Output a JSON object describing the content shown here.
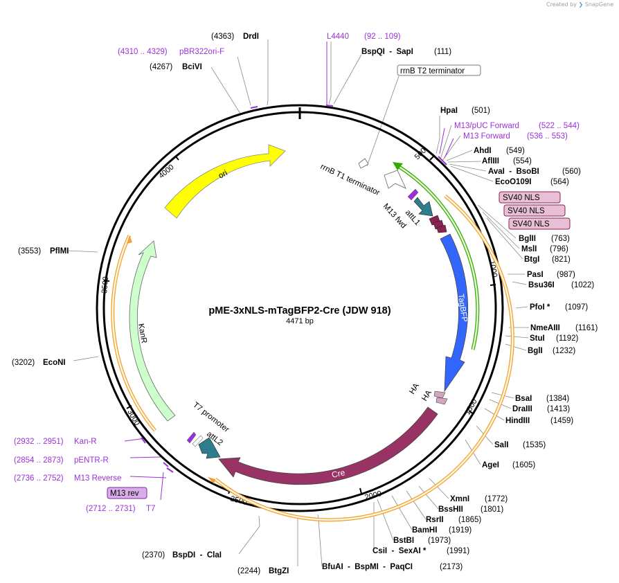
{
  "credit": {
    "prefix": "Created by",
    "brand": "SnapGene"
  },
  "title": "pME-3xNLS-mTagBFP2-Cre (JDW 918)",
  "subtitle": "4471 bp",
  "total_bp": 4471,
  "ticks": [
    "500",
    "1000",
    "1500",
    "2000",
    "2500",
    "3000",
    "3500",
    "4000"
  ],
  "colors": {
    "ori": "#ffff00",
    "kanr": "#ccffcc",
    "tagbfp": "#3366ff",
    "cre": "#993366",
    "attl": "#2e7d8c",
    "nls": "#8b2252",
    "ha": "#d4a5c0",
    "orf_outline": "#f0a030",
    "green_arc": "#33aa00",
    "primer": "#9b30d9"
  },
  "features": {
    "ori": "ori",
    "kanr": "KanR",
    "tagbfp": "TagBFP",
    "cre": "Cre",
    "rrnb_t1": "rrnB T1 terminator",
    "rrnb_t2": "rrnB T2 terminator",
    "attl1": "attL1",
    "attl2": "attL2",
    "m13_fwd": "M13 fwd",
    "t7_promoter": "T7 promoter",
    "ha1": "HA",
    "ha2": "HA",
    "sv40_1": "SV40 NLS",
    "sv40_2": "SV40 NLS",
    "sv40_3": "SV40 NLS",
    "m13_rev_box": "M13 rev"
  },
  "primers": [
    {
      "range": "(92 .. 109)",
      "name": "L4440"
    },
    {
      "range": "(4310 .. 4329)",
      "name": "pBR322ori-F"
    },
    {
      "range": "(522 .. 544)",
      "name": "M13/pUC Forward"
    },
    {
      "range": "(536 .. 553)",
      "name": "M13 Forward"
    },
    {
      "range": "(2932 .. 2951)",
      "name": "Kan-R"
    },
    {
      "range": "(2854 .. 2873)",
      "name": "pENTR-R"
    },
    {
      "range": "(2736 .. 2752)",
      "name": "M13 Reverse"
    },
    {
      "range": "(2712 .. 2731)",
      "name": "T7"
    }
  ],
  "sites": [
    {
      "pos": "(4363)",
      "name": "DrdI"
    },
    {
      "pos": "(111)",
      "name": "BspQI  -  SapI"
    },
    {
      "pos": "(4267)",
      "name": "BciVI"
    },
    {
      "pos": "(501)",
      "name": "HpaI"
    },
    {
      "pos": "(549)",
      "name": "AhdI"
    },
    {
      "pos": "(554)",
      "name": "AflIII"
    },
    {
      "pos": "(560)",
      "name": "AvaI  -  BsoBI"
    },
    {
      "pos": "(564)",
      "name": "EcoO109I"
    },
    {
      "pos": "(763)",
      "name": "BglII"
    },
    {
      "pos": "(796)",
      "name": "MslI"
    },
    {
      "pos": "(821)",
      "name": "BtgI"
    },
    {
      "pos": "(987)",
      "name": "PasI"
    },
    {
      "pos": "(1022)",
      "name": "Bsu36I"
    },
    {
      "pos": "(1097)",
      "name": "PfoI *"
    },
    {
      "pos": "(1161)",
      "name": "NmeAIII"
    },
    {
      "pos": "(1192)",
      "name": "StuI"
    },
    {
      "pos": "(1232)",
      "name": "BglI"
    },
    {
      "pos": "(1384)",
      "name": "BsaI"
    },
    {
      "pos": "(1413)",
      "name": "DraIII"
    },
    {
      "pos": "(1459)",
      "name": "HindIII"
    },
    {
      "pos": "(1535)",
      "name": "SalI"
    },
    {
      "pos": "(1605)",
      "name": "AgeI"
    },
    {
      "pos": "(1772)",
      "name": "XmnI"
    },
    {
      "pos": "(1801)",
      "name": "BssHII"
    },
    {
      "pos": "(1865)",
      "name": "RsrII"
    },
    {
      "pos": "(1919)",
      "name": "BamHI"
    },
    {
      "pos": "(1973)",
      "name": "BstBI"
    },
    {
      "pos": "(1991)",
      "name": "CsiI  -  SexAI *"
    },
    {
      "pos": "(2173)",
      "name": "BfuAI  -  BspMI  -  PaqCI"
    },
    {
      "pos": "(2244)",
      "name": "BtgZI"
    },
    {
      "pos": "(2370)",
      "name": "BspDI  -  ClaI"
    },
    {
      "pos": "(3202)",
      "name": "EcoNI"
    },
    {
      "pos": "(3553)",
      "name": "PflMI"
    }
  ]
}
